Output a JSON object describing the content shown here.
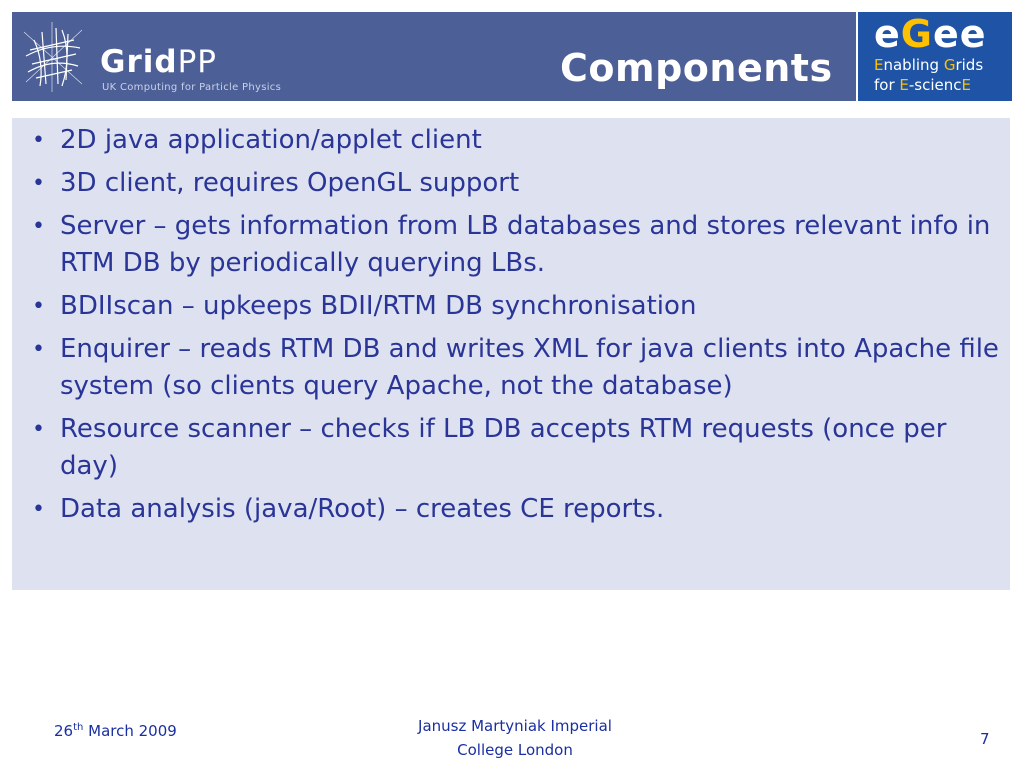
{
  "header": {
    "title": "Components",
    "gridpp_logo": {
      "word_bold": "Grid",
      "word_light": "PP",
      "tagline": "UK Computing for Particle Physics"
    },
    "egee_logo": {
      "word_e1": "e",
      "word_g": "G",
      "word_ee": "ee",
      "line1_a": "E",
      "line1_b": "nabling ",
      "line1_c": "G",
      "line1_d": "rids",
      "line2_a": "for ",
      "line2_b": "E",
      "line2_c": "-scienc",
      "line2_d": "E"
    }
  },
  "bullets": [
    "2D java application/applet client",
    "3D client, requires OpenGL support",
    "Server – gets information from LB databases and stores relevant info in RTM DB by periodically querying LBs.",
    "BDIIscan – upkeeps BDII/RTM DB synchronisation",
    "Enquirer – reads RTM DB and writes XML for java clients into Apache file system (so clients query Apache, not the database)",
    "Resource scanner – checks if LB DB accepts RTM requests (once per day)",
    "Data analysis (java/Root) – creates CE reports."
  ],
  "bullet_symbol": "•",
  "footer": {
    "date_day": "26",
    "date_suffix": "th",
    "date_rest": " March 2009",
    "author_line1": "Janusz Martyniak Imperial",
    "author_line2": "College London",
    "page_number": "7"
  },
  "colors": {
    "header_bg": "#4d5f97",
    "egee_bg": "#1e53a6",
    "content_bg": "#dee2f0",
    "text": "#2a3598",
    "egee_accent": "#ffc000"
  }
}
